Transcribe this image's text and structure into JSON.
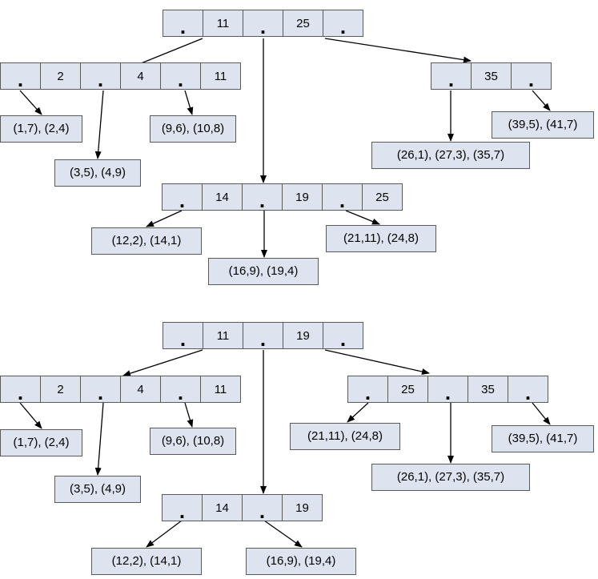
{
  "trees": [
    {
      "root": [
        "",
        "11",
        "",
        "25",
        ""
      ],
      "node_left": [
        "",
        "2",
        "",
        "4",
        "",
        "11"
      ],
      "node_right": [
        "",
        "35",
        ""
      ],
      "node_mid": [
        "",
        "14",
        "",
        "19",
        "",
        "25"
      ],
      "leaf_1": "(1,7), (2,4)",
      "leaf_2": "(3,5), (4,9)",
      "leaf_3": "(9,6), (10,8)",
      "leaf_4": "(26,1), (27,3), (35,7)",
      "leaf_5": "(39,5), (41,7)",
      "leaf_6": "(12,2), (14,1)",
      "leaf_7": "(16,9), (19,4)",
      "leaf_8": "(21,11), (24,8)"
    },
    {
      "root": [
        "",
        "11",
        "",
        "19",
        ""
      ],
      "node_left": [
        "",
        "2",
        "",
        "4",
        "",
        "11"
      ],
      "node_right": [
        "",
        "25",
        "",
        "35",
        ""
      ],
      "node_mid": [
        "",
        "14",
        "",
        "19"
      ],
      "leaf_1": "(1,7), (2,4)",
      "leaf_2": "(3,5), (4,9)",
      "leaf_3": "(9,6), (10,8)",
      "leaf_4": "(21,11), (24,8)",
      "leaf_5": "(26,1), (27,3), (35,7)",
      "leaf_6": "(39,5), (41,7)",
      "leaf_7": "(12,2), (14,1)",
      "leaf_8": "(16,9), (19,4)"
    }
  ],
  "pointer_glyph": "."
}
